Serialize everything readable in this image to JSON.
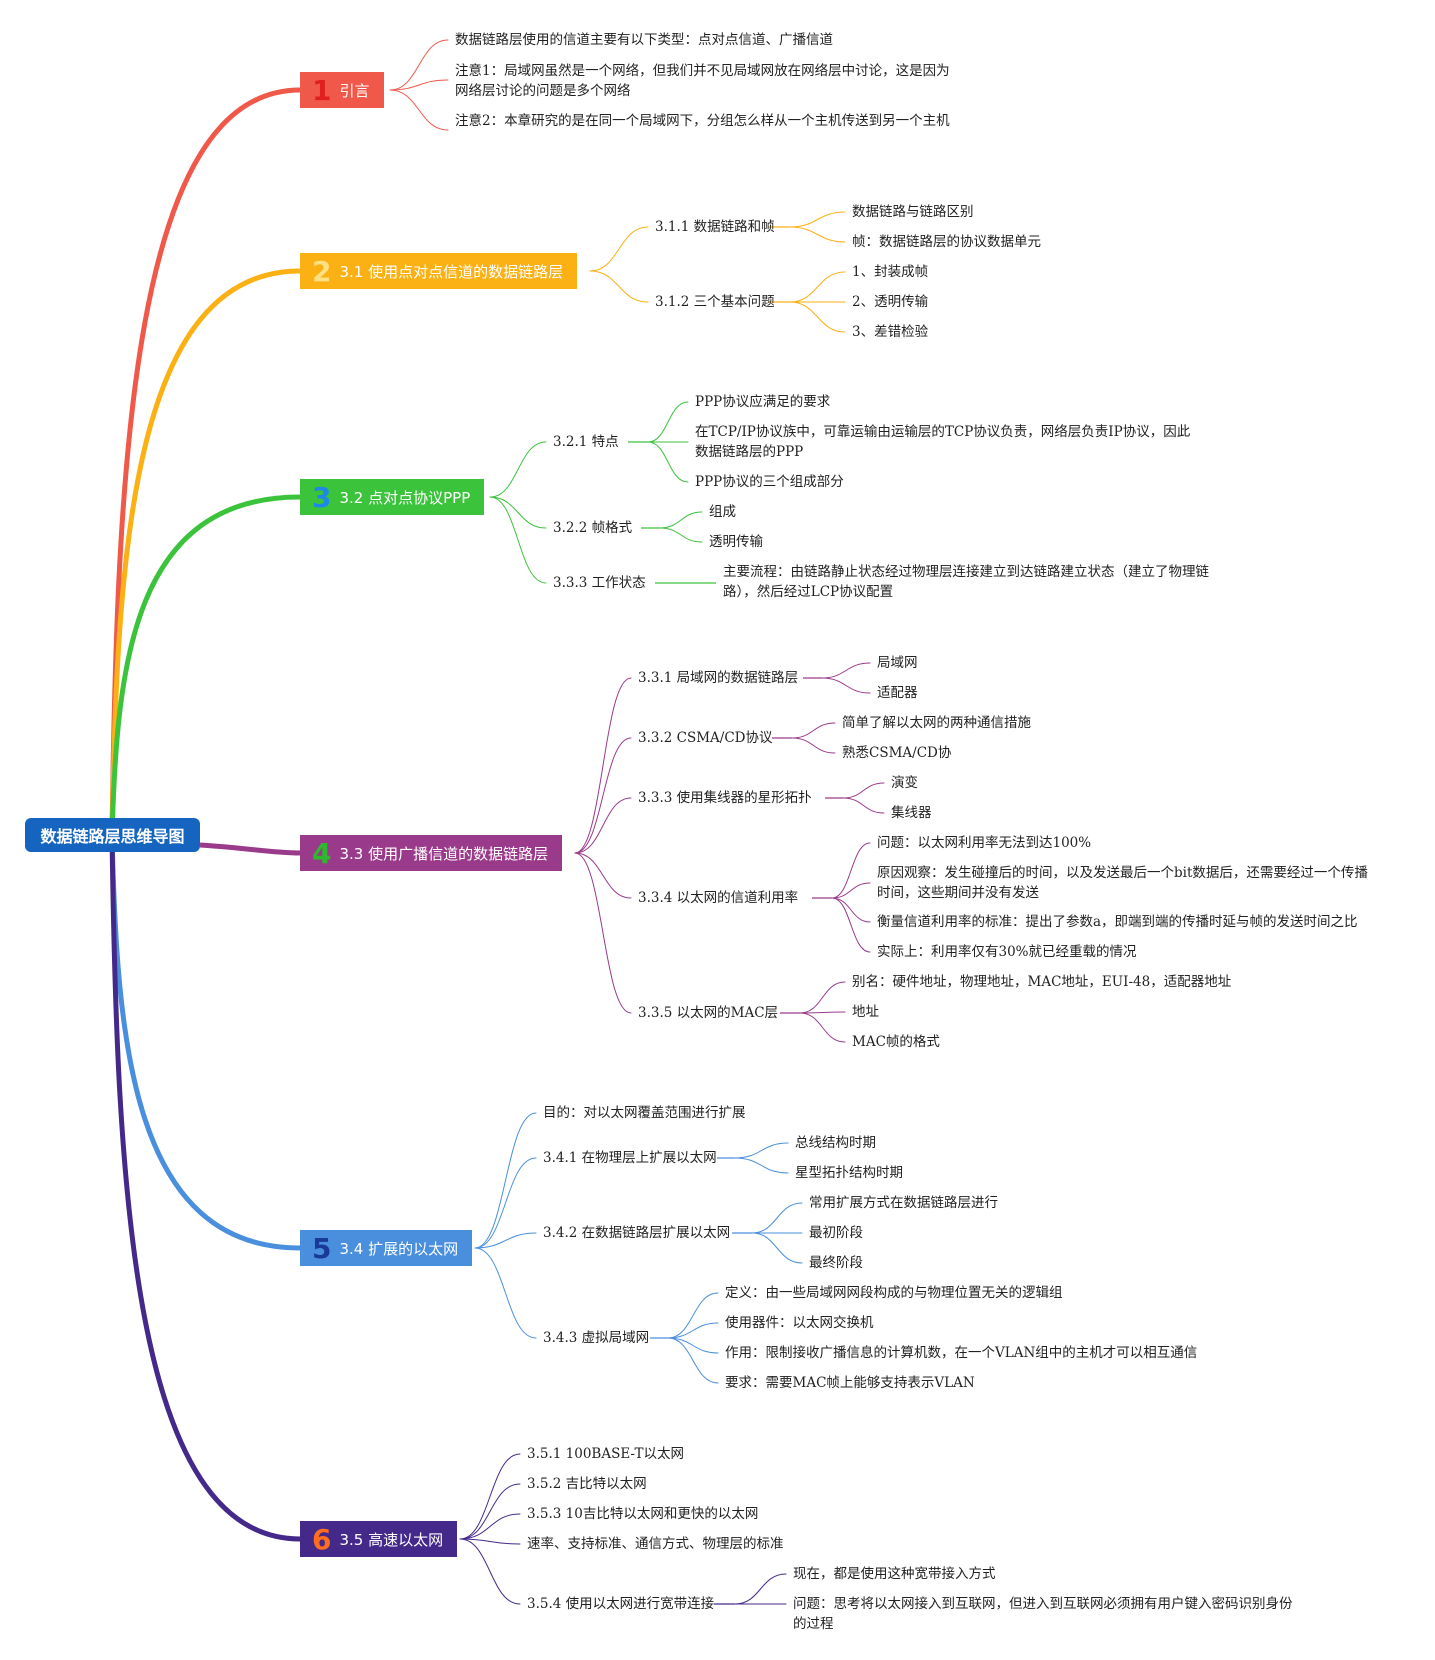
{
  "root": "数据链路层思维导图",
  "colors": {
    "b1": "#f0584a",
    "b2": "#fbb014",
    "b3": "#3cc33c",
    "b4": "#9a3a8a",
    "b5": "#4a8fdd",
    "b6": "#45298a",
    "root": "#1565c0"
  },
  "branches": [
    {
      "num": "1",
      "title": "引言",
      "items": [
        "数据链路层使用的信道主要有以下类型：点对点信道、广播信道",
        "注意1：局域网虽然是一个网络，但我们并不见局域网放在网络层中讨论，这是因为网络层讨论的问题是多个网络",
        "注意2：本章研究的是在同一个局域网下，分组怎么样从一个主机传送到另一个主机"
      ]
    },
    {
      "num": "2",
      "title": "3.1 使用点对点信道的数据链路层",
      "subs": [
        {
          "label": "3.1.1 数据链路和帧",
          "items": [
            "数据链路与链路区别",
            "帧：数据链路层的协议数据单元"
          ]
        },
        {
          "label": "3.1.2 三个基本问题",
          "items": [
            "1、封装成帧",
            "2、透明传输",
            "3、差错检验"
          ]
        }
      ]
    },
    {
      "num": "3",
      "title": "3.2 点对点协议PPP",
      "subs": [
        {
          "label": "3.2.1 特点",
          "items": [
            "PPP协议应满足的要求",
            "在TCP/IP协议族中，可靠运输由运输层的TCP协议负责，网络层负责IP协议，因此数据链路层的PPP",
            "PPP协议的三个组成部分"
          ]
        },
        {
          "label": "3.2.2 帧格式",
          "items": [
            "组成",
            "透明传输"
          ]
        },
        {
          "label": "3.3.3 工作状态",
          "items": [
            "主要流程：由链路静止状态经过物理层连接建立到达链路建立状态（建立了物理链路），然后经过LCP协议配置"
          ]
        }
      ]
    },
    {
      "num": "4",
      "title": "3.3 使用广播信道的数据链路层",
      "subs": [
        {
          "label": "3.3.1 局域网的数据链路层",
          "items": [
            "局域网",
            "适配器"
          ]
        },
        {
          "label": "3.3.2 CSMA/CD协议",
          "items": [
            "简单了解以太网的两种通信措施",
            "熟悉CSMA/CD协"
          ]
        },
        {
          "label": "3.3.3 使用集线器的星形拓扑",
          "items": [
            "演变",
            "集线器"
          ]
        },
        {
          "label": "3.3.4 以太网的信道利用率",
          "items": [
            "问题：以太网利用率无法到达100%",
            "原因观察：发生碰撞后的时间，以及发送最后一个bit数据后，还需要经过一个传播时间，这些期间并没有发送",
            "衡量信道利用率的标准：提出了参数a，即端到端的传播时延与帧的发送时间之比",
            "实际上：利用率仅有30%就已经重载的情况"
          ]
        },
        {
          "label": "3.3.5 以太网的MAC层",
          "items": [
            "别名：硬件地址，物理地址，MAC地址，EUI-48，适配器地址",
            "地址",
            "MAC帧的格式"
          ]
        }
      ]
    },
    {
      "num": "5",
      "title": "3.4 扩展的以太网",
      "subs": [
        {
          "label": "目的：对以太网覆盖范围进行扩展",
          "items": []
        },
        {
          "label": "3.4.1 在物理层上扩展以太网",
          "items": [
            "总线结构时期",
            "星型拓扑结构时期"
          ]
        },
        {
          "label": "3.4.2 在数据链路层扩展以太网",
          "items": [
            "常用扩展方式在数据链路层进行",
            "最初阶段",
            "最终阶段"
          ]
        },
        {
          "label": "3.4.3 虚拟局域网",
          "items": [
            "定义：由一些局域网网段构成的与物理位置无关的逻辑组",
            "使用器件：以太网交换机",
            "作用：限制接收广播信息的计算机数，在一个VLAN组中的主机才可以相互通信",
            "要求：需要MAC帧上能够支持表示VLAN"
          ]
        }
      ]
    },
    {
      "num": "6",
      "title": "3.5 高速以太网",
      "subs": [
        {
          "label": "3.5.1 100BASE-T以太网",
          "items": []
        },
        {
          "label": "3.5.2 吉比特以太网",
          "items": []
        },
        {
          "label": "3.5.3 10吉比特以太网和更快的以太网",
          "items": []
        },
        {
          "label": "速率、支持标准、通信方式、物理层的标准",
          "items": []
        },
        {
          "label": "3.5.4 使用以太网进行宽带连接",
          "items": [
            "现在，都是使用这种宽带接入方式",
            "问题：思考将以太网接入到互联网，但进入到互联网必须拥有用户键入密码识别身份的过程"
          ]
        }
      ]
    }
  ]
}
